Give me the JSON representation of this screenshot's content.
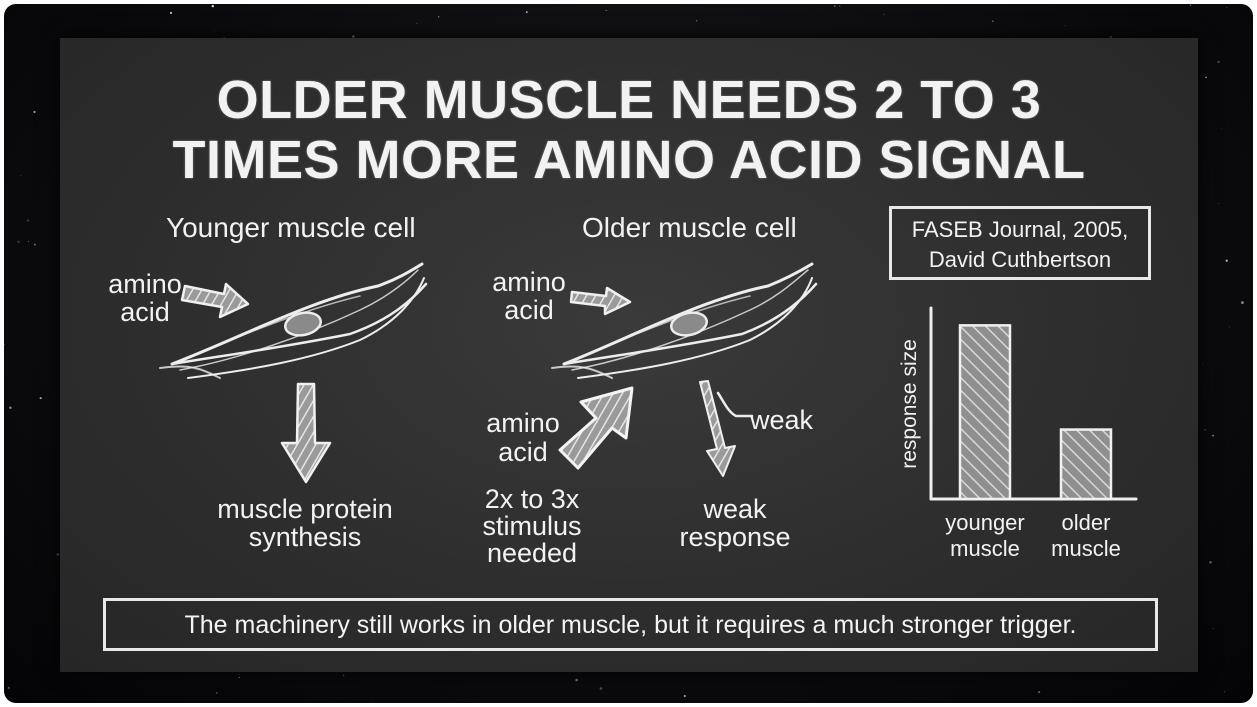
{
  "title": {
    "line1": "OLDER MUSCLE NEEDS 2 TO 3",
    "line2": "TIMES MORE AMINO ACID SIGNAL"
  },
  "younger_panel": {
    "heading": "Younger muscle cell",
    "input_label": [
      "amino",
      "acid"
    ],
    "output_label": [
      "muscle protein",
      "synthesis"
    ]
  },
  "older_panel": {
    "heading": "Older muscle cell",
    "input_label": [
      "amino",
      "acid"
    ],
    "strong_input_label": [
      "amino",
      "acid"
    ],
    "stimulus_note": [
      "2x to 3x",
      "stimulus",
      "needed"
    ],
    "weak_arrow_label": "weak",
    "output_label": [
      "weak",
      "response"
    ]
  },
  "citation": [
    "FASEB Journal, 2005,",
    "David Cuthbertson"
  ],
  "chart_data": {
    "type": "bar",
    "ylabel": "response size",
    "categories": [
      [
        "younger",
        "muscle"
      ],
      [
        "older",
        "muscle"
      ]
    ],
    "values": [
      1.0,
      0.4
    ],
    "ylim": [
      0,
      1.1
    ],
    "grid": false
  },
  "footer": "The machinery still works in older muscle, but it requires a much stronger trigger.",
  "colors": {
    "chalk": "#f2f2f2",
    "board": "#2e2e2e",
    "frame": "#0a0a0d"
  }
}
